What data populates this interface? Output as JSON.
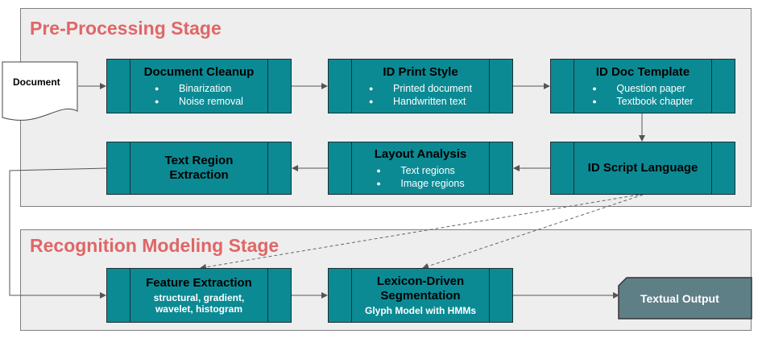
{
  "stages": {
    "preprocessing": "Pre-Processing Stage",
    "recognition": "Recognition Modeling Stage"
  },
  "document_label": "Document",
  "output_label": "Textual Output",
  "boxes": {
    "cleanup": {
      "title": "Document Cleanup",
      "items": [
        "Binarization",
        "Noise removal"
      ]
    },
    "print_style": {
      "title": "ID Print Style",
      "items": [
        "Printed document",
        "Handwritten text"
      ]
    },
    "doc_template": {
      "title": "ID Doc Template",
      "items": [
        "Question paper",
        "Textbook chapter"
      ]
    },
    "script_language": {
      "title": "ID Script Language"
    },
    "layout": {
      "title": "Layout Analysis",
      "items": [
        "Text regions",
        "Image regions"
      ]
    },
    "text_region": {
      "title_line1": "Text Region",
      "title_line2": "Extraction"
    },
    "feature": {
      "title": "Feature Extraction",
      "sub_line1": "structural, gradient,",
      "sub_line2": "wavelet, histogram"
    },
    "lexicon": {
      "title_line1": "Lexicon-Driven",
      "title_line2": "Segmentation",
      "sub": "Glyph Model with HMMs"
    }
  },
  "colors": {
    "box_fill": "#0b8a94",
    "stage_title": "#e06666",
    "stage_fill": "#eeeeee",
    "output_fill": "#5f7f87"
  }
}
